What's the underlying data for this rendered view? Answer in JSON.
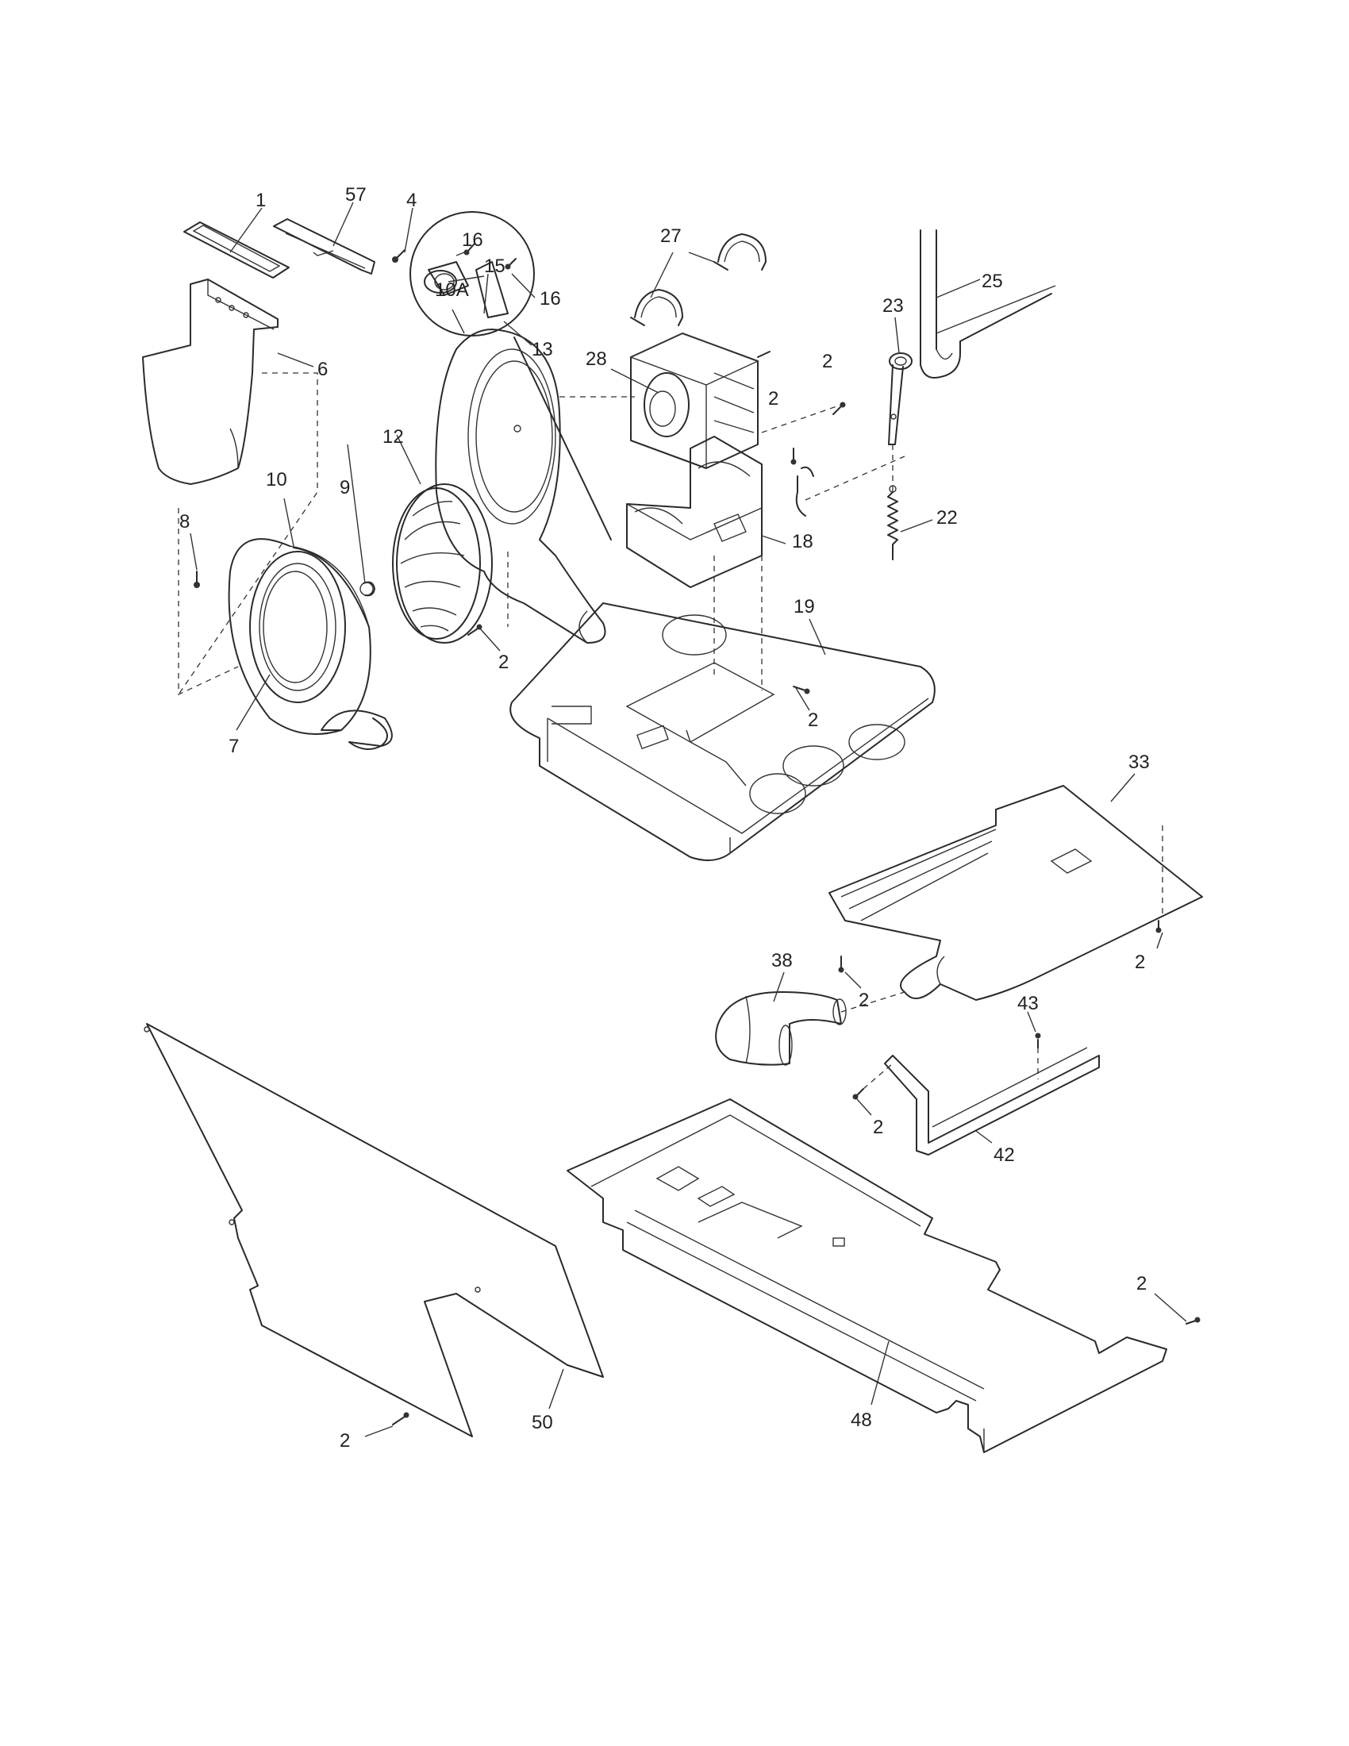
{
  "diagram": {
    "labels": {
      "l1": "1",
      "l57": "57",
      "l4": "4",
      "l16a": "16",
      "l15": "15",
      "l16b": "16",
      "l13": "13",
      "l27": "27",
      "l23": "23",
      "l25": "25",
      "l2a": "2",
      "l28": "28",
      "l2b": "2",
      "l6": "6",
      "l10A": "10A",
      "l12": "12",
      "l10": "10",
      "l9": "9",
      "l8": "8",
      "l18": "18",
      "l22": "22",
      "l19": "19",
      "l2c": "2",
      "l2d": "2",
      "l7": "7",
      "l33": "33",
      "l38": "38",
      "l2e": "2",
      "l2f": "2",
      "l43": "43",
      "l2g": "2",
      "l42": "42",
      "l2h": "2",
      "l48": "48",
      "l50": "50",
      "l2i": "2"
    }
  }
}
